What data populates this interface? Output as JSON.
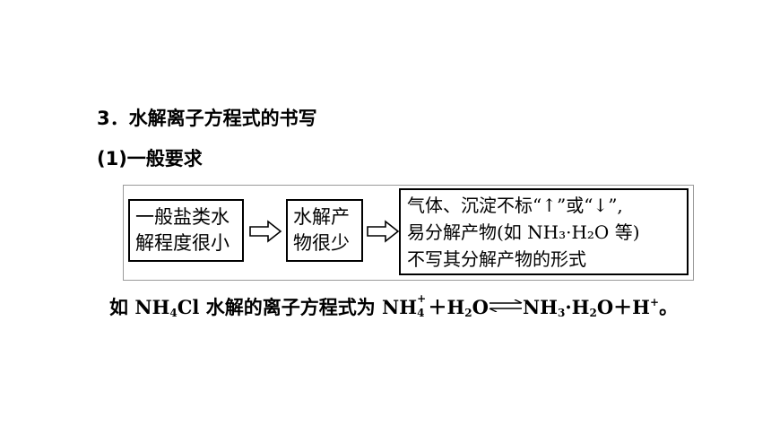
{
  "section": {
    "heading": "3．水解离子方程式的书写",
    "subheading": "(1)一般要求"
  },
  "flow": {
    "box1": {
      "line1": "一般盐类水",
      "line2": "解程度很小"
    },
    "box2": {
      "line1": "水解产",
      "line2": "物很少"
    },
    "box3": {
      "line1": "气体、沉淀不标“↑”或“↓”,",
      "line2": "易分解产物(如 NH₃·H₂O 等)",
      "line3": "不写其分解产物的形式"
    },
    "arrow_icon": "hollow-right-arrow"
  },
  "example": {
    "prefix": "如 ",
    "salt": "NH",
    "salt_sub": "4",
    "salt_rest": "Cl",
    "middle": " 水解的离子方程式为 ",
    "ion": "NH",
    "ion_sub": "4",
    "ion_sup": "+",
    "plus1": "＋H",
    "water_sub": "2",
    "water_o": "O",
    "product1": "NH",
    "product1_sub": "3",
    "dot": "·H",
    "product2_sub": "2",
    "product2_o": "O＋H",
    "proton_sup": "+",
    "end": "。"
  }
}
